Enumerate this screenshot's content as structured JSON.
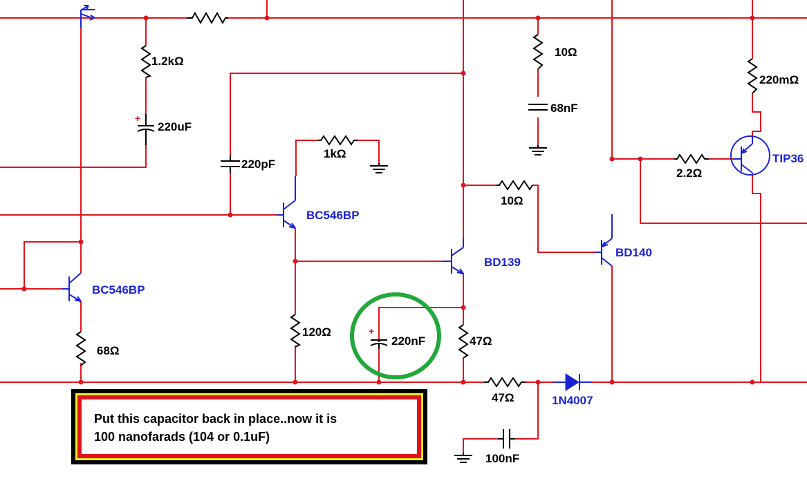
{
  "components": {
    "r_1k2": "1.2kΩ",
    "c_220uF": "220uF",
    "c_220pF": "220pF",
    "r_1k": "1kΩ",
    "r_10_top": "10Ω",
    "c_68nF": "68nF",
    "r_220m": "220mΩ",
    "r_2k2": "2.2Ω",
    "r_10_mid": "10Ω",
    "r_120": "120Ω",
    "c_220nF": "220nF",
    "r_47_v": "47Ω",
    "r_68": "68Ω",
    "r_47_h": "47Ω",
    "c_100nF": "100nF"
  },
  "parts": {
    "q1": "BC546BP",
    "q2": "BC546BP",
    "q3": "BD139",
    "q4": "BD140",
    "q5": "TIP36",
    "d1": "1N4007"
  },
  "polarity": "+",
  "note": {
    "line1": "Put this capacitor back in place..now it is",
    "line2": "100 nanofarads (104 or 0.1uF)"
  },
  "colors": {
    "wire": "#e0141e",
    "part": "#1b22d6",
    "highlight": "#22a83a",
    "note_border_outer": "#000000",
    "note_border_mid": "#f2ee16",
    "note_border_inner": "#e0141e"
  }
}
